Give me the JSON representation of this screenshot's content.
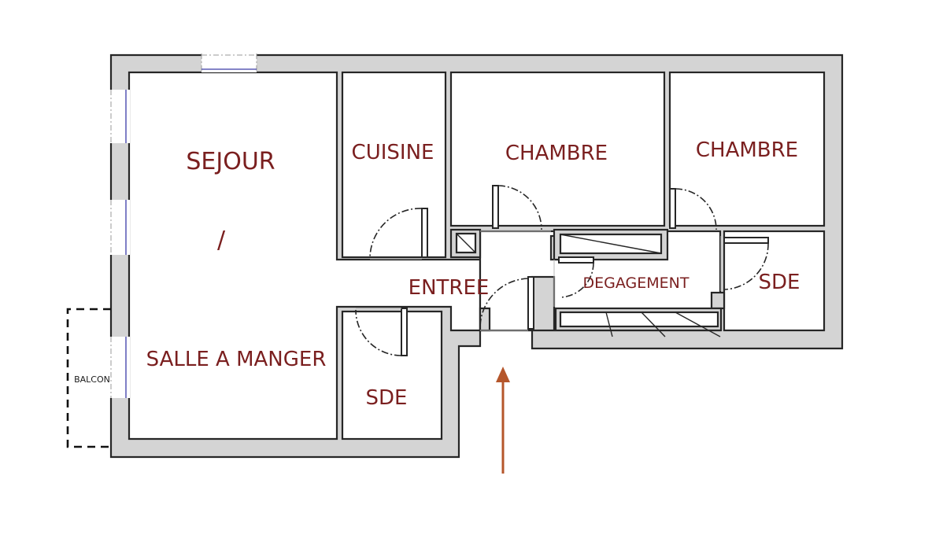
{
  "rooms": {
    "sejour": "SEJOUR",
    "slash": "/",
    "salle_a_manger": "SALLE A MANGER",
    "cuisine": "CUISINE",
    "chambre_1": "CHAMBRE",
    "chambre_2": "CHAMBRE",
    "entree": "ENTREE",
    "degagement": "DEGAGEMENT",
    "sde_1": "SDE",
    "sde_2": "SDE",
    "balcon": "BALCON"
  },
  "colors": {
    "label_text": "#7a1f1f",
    "wall_fill": "#d4d4d4",
    "entrance_arrow": "#b5562b"
  },
  "icons": {
    "entrance": "arrow-up-icon"
  }
}
